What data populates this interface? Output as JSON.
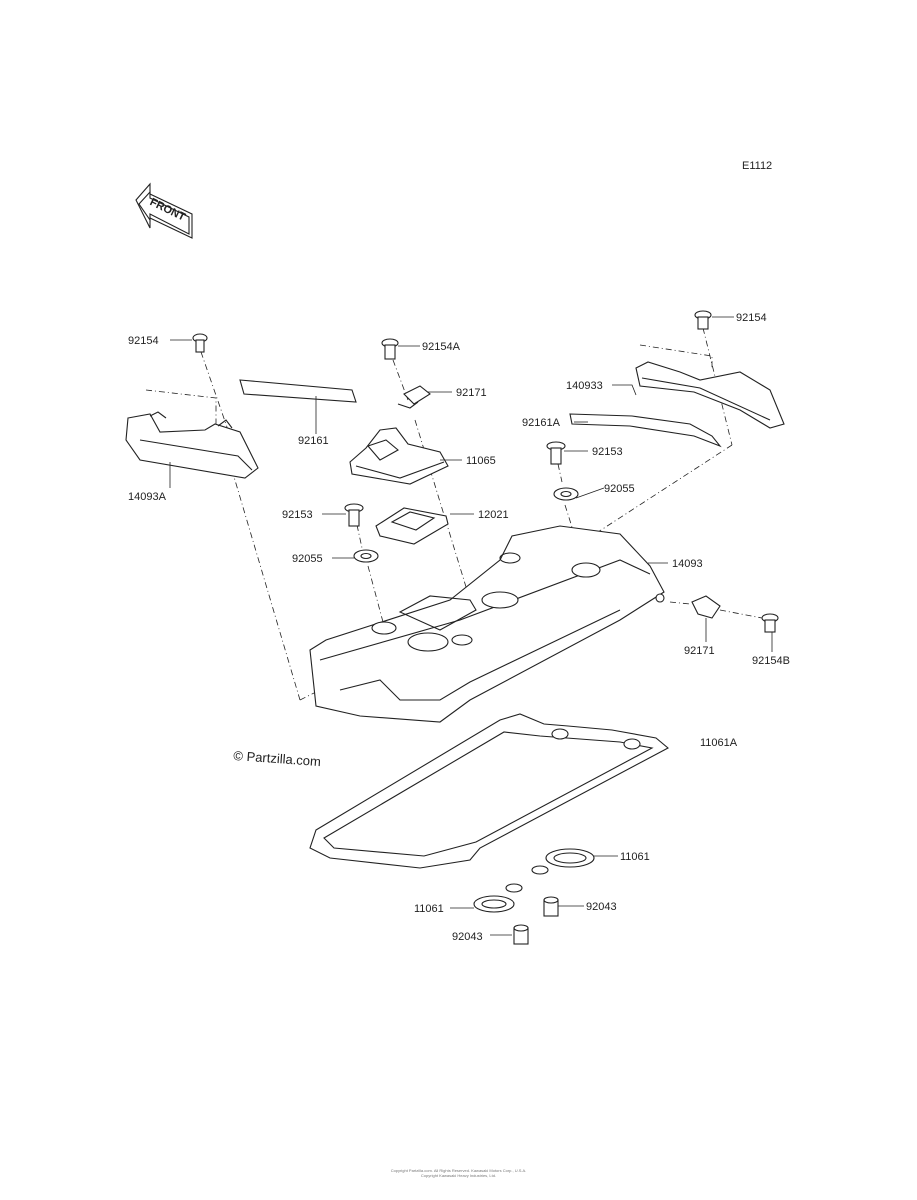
{
  "header": {
    "ref_code": "E1112",
    "front_label": "FRONT"
  },
  "watermark": "© Partzilla.com",
  "callouts": {
    "c92154_left": "92154",
    "c92154a": "92154A",
    "c92154_right": "92154",
    "c92171_top": "92171",
    "c140933": "140933",
    "c92161": "92161",
    "c92161a": "92161A",
    "c11065": "11065",
    "c14093a": "14093A",
    "c92153_right": "92153",
    "c92055_right": "92055",
    "c92153_left": "92153",
    "c12021": "12021",
    "c92055_left": "92055",
    "c14093": "14093",
    "c92171_bottom": "92171",
    "c92154b": "92154B",
    "c11061a": "11061A",
    "c11061_right": "11061",
    "c11061_left": "11061",
    "c92043_right": "92043",
    "c92043_left": "92043"
  },
  "footer": {
    "line1": "Copyright Partzilla.com. All Rights Reserved. Kawasaki Motors Corp., U.S.A.",
    "line2": "Copyright Kawasaki Heavy Industries, Ltd."
  }
}
